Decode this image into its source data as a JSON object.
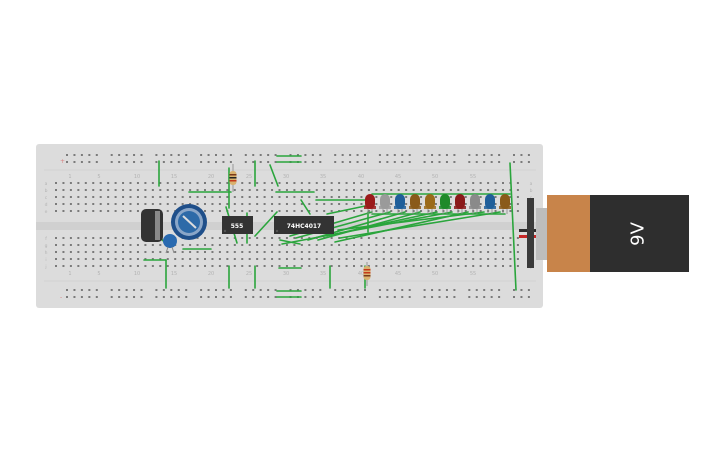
{
  "components": {
    "timer_chip": {
      "label": "555"
    },
    "counter_chip": {
      "label": "74HC4017"
    },
    "battery": {
      "label": "9V"
    }
  },
  "breadboard": {
    "column_numbers": [
      "1",
      "5",
      "10",
      "15",
      "20",
      "25",
      "30",
      "35",
      "40",
      "45",
      "50",
      "55"
    ],
    "row_letters_top": [
      "a",
      "b",
      "c",
      "d",
      "e"
    ],
    "row_letters_bottom": [
      "f",
      "g",
      "h",
      "i",
      "j"
    ],
    "rail_signs": [
      "+",
      "-"
    ]
  },
  "leds": {
    "colors": [
      "#9b1b1b",
      "#9a9a9a",
      "#1f5f9a",
      "#8a5a1a",
      "#9a6a1a",
      "#1f8a2a",
      "#8a1a1a",
      "#8a8a8a",
      "#1f5f9a",
      "#8a5a1a"
    ]
  },
  "colors": {
    "board": "#dcdcdc",
    "wire": "#2aa53c",
    "battery_body": "#2e2e2e",
    "battery_label_band": "#c8844a",
    "pot": "#1f4f8a"
  }
}
